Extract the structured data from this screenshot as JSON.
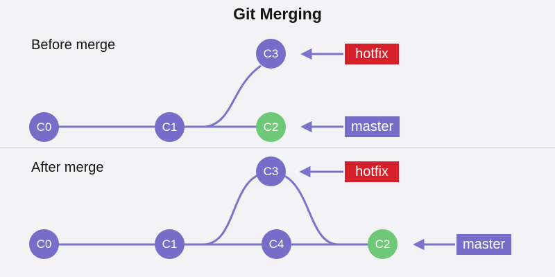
{
  "title": "Git Merging",
  "colors": {
    "bg": "#f3f3f5",
    "text": "#141414",
    "divider": "#c9c9c9",
    "line": "#7b73ca",
    "commit": "#766dc8",
    "commit_merge": "#6fc877",
    "hotfix_bg": "#d52029",
    "master_bg": "#766dc8",
    "label_text": "#ffffff"
  },
  "sections": {
    "before": {
      "label": "Before merge",
      "nodes": {
        "c0": "C0",
        "c1": "C1",
        "c2": "C2",
        "c3": "C3"
      },
      "branches": {
        "hotfix": "hotfix",
        "master": "master"
      }
    },
    "after": {
      "label": "After merge",
      "nodes": {
        "c0": "C0",
        "c1": "C1",
        "c4": "C4",
        "c2": "C2",
        "c3": "C3"
      },
      "branches": {
        "hotfix": "hotfix",
        "master": "master"
      }
    }
  }
}
